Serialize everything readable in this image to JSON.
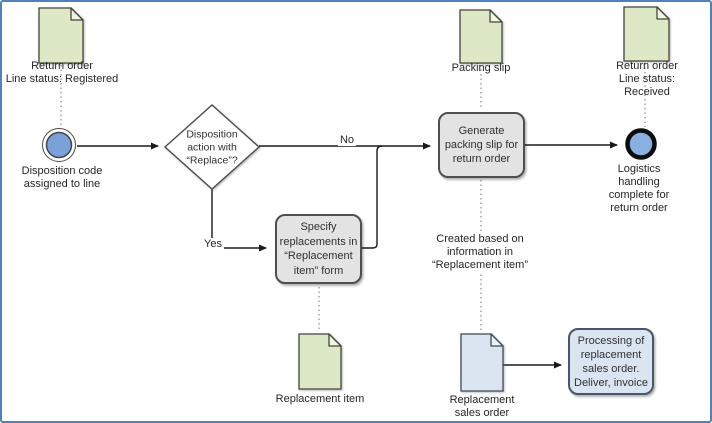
{
  "diagram": {
    "type": "bpmn-flowchart",
    "colors": {
      "frame_border": "#4f81bd",
      "document_green": "#dce8c6",
      "document_blue": "#dbe5f1",
      "task_gray": "#e3e3e3",
      "task_blue": "#dbe5f1",
      "event_fill_blue": "#7aa2d8",
      "end_event_ring": "#0d0d0d",
      "shape_stroke": "#4f4f4f",
      "connector": "#1a1a1a",
      "dotted_connector": "#8c8c8c"
    },
    "nodes": {
      "doc_return_order_registered": {
        "label": "Return order\nLine status: Registered"
      },
      "start_event": {
        "label": "Disposition code\nassigned to line"
      },
      "gateway": {
        "label": "Disposition\naction with\n“Replace”?"
      },
      "task_generate": {
        "label": "Generate\npacking slip for\nreturn order"
      },
      "task_specify": {
        "label": "Specify\nreplacements in\n“Replacement\nitem” form"
      },
      "doc_packing_slip": {
        "label": "Packing slip"
      },
      "doc_return_order_received": {
        "label": "Return order\nLine status: Received"
      },
      "end_event": {
        "label": "Logistics handling\ncomplete for return order"
      },
      "annotation_created": {
        "label": "Created based on\ninformation in\n“Replacement item”"
      },
      "doc_replacement_item": {
        "label": "Replacement item"
      },
      "doc_replacement_sales_order": {
        "label": "Replacement\nsales order"
      },
      "task_processing": {
        "label": "Processing of\nreplacement\nsales order.\nDeliver, invoice"
      }
    },
    "edges": {
      "no_branch": {
        "label": "No"
      },
      "yes_branch": {
        "label": "Yes"
      }
    }
  }
}
